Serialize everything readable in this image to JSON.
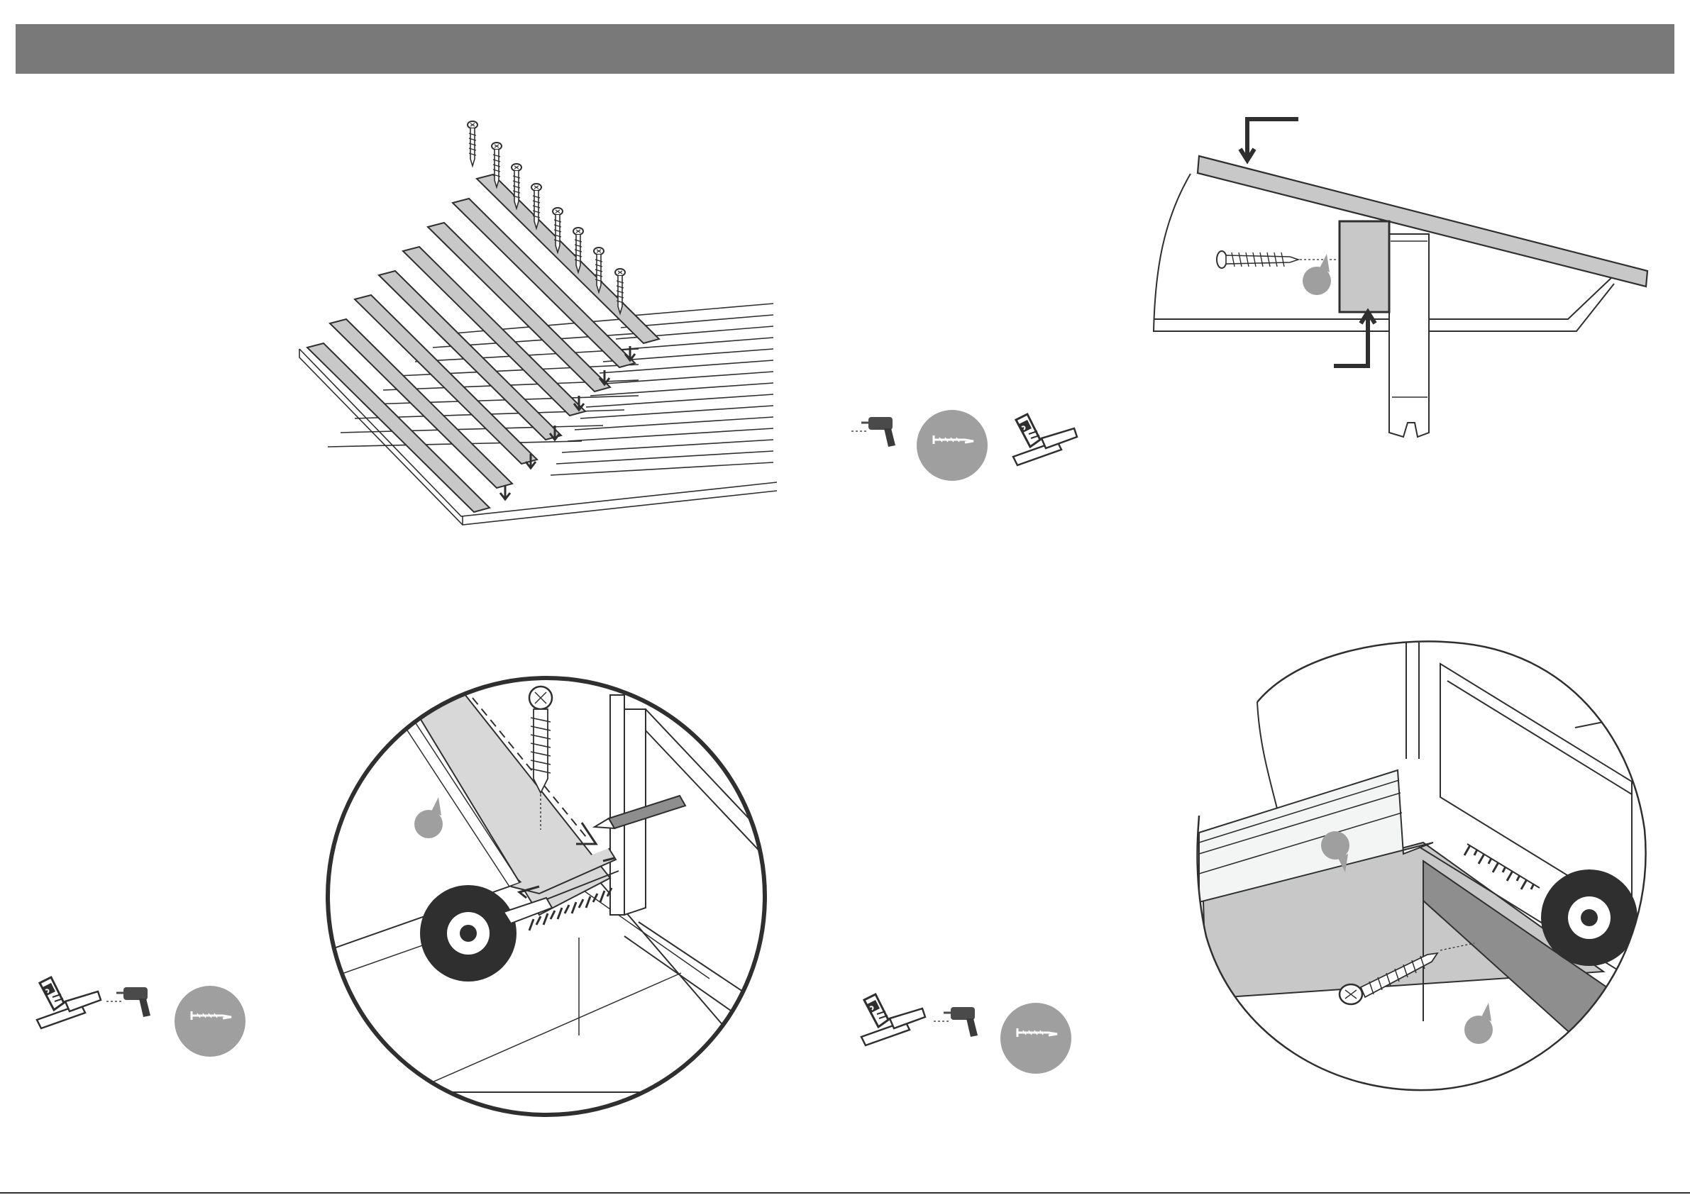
{
  "page": {
    "header_title": ""
  },
  "colors": {
    "header_bar": "#7a797a",
    "board_fill": "#c8c8c8",
    "line": "#2f2f2f",
    "badge": "#a09fa0",
    "dark_block": "#8e8e8e",
    "light_panel": "#f3f5f4"
  },
  "steps": [
    {
      "name": "step-deck-boards",
      "icons": [
        "screw-icon",
        "arrow-down-icon"
      ]
    },
    {
      "name": "step-tools-drill-screw-saw",
      "icons": [
        "drill-icon",
        "screw-badge-icon",
        "saw-icon"
      ]
    },
    {
      "name": "step-roof-batten-detail",
      "icons": [
        "screw-icon",
        "callout-marker-icon",
        "arrow-icon"
      ]
    },
    {
      "name": "step-tools-saw-drill-screw-left",
      "icons": [
        "saw-icon",
        "drill-icon",
        "screw-badge-icon"
      ]
    },
    {
      "name": "step-measure-cut-detail",
      "icons": [
        "screw-icon",
        "pencil-icon",
        "tape-measure-icon",
        "callout-marker-icon"
      ]
    },
    {
      "name": "step-tools-saw-drill-screw-right",
      "icons": [
        "saw-icon",
        "drill-icon",
        "screw-badge-icon"
      ]
    },
    {
      "name": "step-corner-trim-detail",
      "icons": [
        "tape-measure-icon",
        "screw-icon",
        "callout-marker-icon"
      ]
    }
  ]
}
